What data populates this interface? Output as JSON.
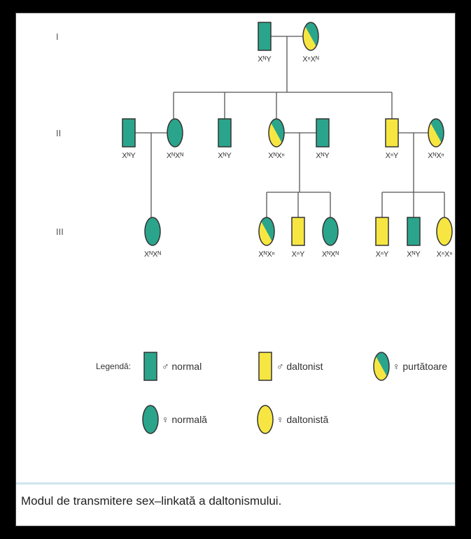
{
  "generations": [
    "I",
    "II",
    "III"
  ],
  "colors": {
    "normal": "#2aa58c",
    "affected": "#f7e642",
    "stroke": "#333333",
    "line": "#555555"
  },
  "individuals": [
    {
      "id": "I-1",
      "sex": "male",
      "status": "normal",
      "genotype": "XᴺY"
    },
    {
      "id": "I-2",
      "sex": "female",
      "status": "carrier",
      "genotype": "XⁿXᴺ"
    },
    {
      "id": "II-1",
      "sex": "male",
      "status": "normal",
      "genotype": "XᴺY"
    },
    {
      "id": "II-2",
      "sex": "female",
      "status": "normal",
      "genotype": "XᴺXᴺ"
    },
    {
      "id": "II-3",
      "sex": "male",
      "status": "normal",
      "genotype": "XᴺY"
    },
    {
      "id": "II-4",
      "sex": "female",
      "status": "carrier",
      "genotype": "XᴺXⁿ"
    },
    {
      "id": "II-5",
      "sex": "male",
      "status": "normal",
      "genotype": "XᴺY"
    },
    {
      "id": "II-6",
      "sex": "male",
      "status": "affected",
      "genotype": "XⁿY"
    },
    {
      "id": "II-7",
      "sex": "female",
      "status": "carrier",
      "genotype": "XᴺXⁿ"
    },
    {
      "id": "III-1",
      "sex": "female",
      "status": "normal",
      "genotype": "XᴺXᴺ"
    },
    {
      "id": "III-2",
      "sex": "female",
      "status": "carrier",
      "genotype": "XᴺXⁿ"
    },
    {
      "id": "III-3",
      "sex": "male",
      "status": "affected",
      "genotype": "XⁿY"
    },
    {
      "id": "III-4",
      "sex": "female",
      "status": "normal",
      "genotype": "XᴺXᴺ"
    },
    {
      "id": "III-5",
      "sex": "male",
      "status": "affected",
      "genotype": "XⁿY"
    },
    {
      "id": "III-6",
      "sex": "male",
      "status": "normal",
      "genotype": "XᴺY"
    },
    {
      "id": "III-7",
      "sex": "female",
      "status": "affected",
      "genotype": "XⁿXⁿ"
    }
  ],
  "legend": {
    "title": "Legendă:",
    "items": [
      {
        "symbol": "male",
        "status": "normal",
        "label": "♂ normal"
      },
      {
        "symbol": "male",
        "status": "affected",
        "label": "♂ daltonist"
      },
      {
        "symbol": "female",
        "status": "carrier",
        "label": "♀ purtătoare"
      },
      {
        "symbol": "female",
        "status": "normal",
        "label": "♀ normală"
      },
      {
        "symbol": "female",
        "status": "affected",
        "label": "♀ daltonistă"
      }
    ]
  },
  "caption": "Modul de transmitere sex–linkată a daltonismului."
}
